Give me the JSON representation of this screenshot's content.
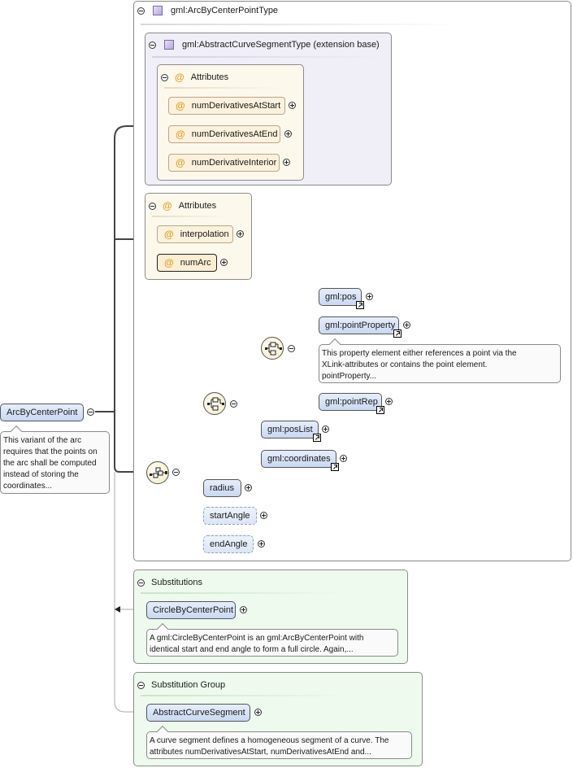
{
  "type_group": {
    "label": "gml:ArcByCenterPointType"
  },
  "base_group": {
    "label": "gml:AbstractCurveSegmentType (extension base)"
  },
  "base_attributes": {
    "label": "Attributes",
    "items": [
      "numDerivativesAtStart",
      "numDerivativesAtEnd",
      "numDerivativeInterior"
    ]
  },
  "own_attributes": {
    "label": "Attributes",
    "items": [
      "interpolation",
      "numArc"
    ]
  },
  "root": {
    "name": "ArcByCenterPoint",
    "doc": [
      "This variant of the arc",
      "requires that the points on",
      "the arc shall be computed",
      "instead of storing the",
      "coordinates..."
    ]
  },
  "elements": {
    "pos": "gml:pos",
    "pointProperty": "gml:pointProperty",
    "pointProperty_doc": [
      "This property element either references a point via the",
      "XLink-attributes or contains the point element.",
      "pointProperty..."
    ],
    "pointRep": "gml:pointRep",
    "posList": "gml:posList",
    "coordinates": "gml:coordinates",
    "radius": "radius",
    "startAngle": "startAngle",
    "endAngle": "endAngle"
  },
  "substitutions": {
    "label": "Substitutions",
    "element": "CircleByCenterPoint",
    "doc": [
      "A gml:CircleByCenterPoint is an gml:ArcByCenterPoint with",
      "identical start and end angle to form a full circle. Again,..."
    ]
  },
  "substitution_group": {
    "label": "Substitution Group",
    "element": "AbstractCurveSegment",
    "doc": [
      "A curve segment defines a homogeneous segment of a curve. The",
      "attributes numDerivativesAtStart, numDerivativesAtEnd and..."
    ]
  },
  "colors": {
    "element_fill": "#c9d8f2",
    "attribute_fill": "#fbeed3",
    "attribute_group_bg": "#fdf8ec",
    "base_bg": "#f0eef6",
    "substitution_bg": "#eefaee",
    "attr_icon": "#e0a020"
  }
}
